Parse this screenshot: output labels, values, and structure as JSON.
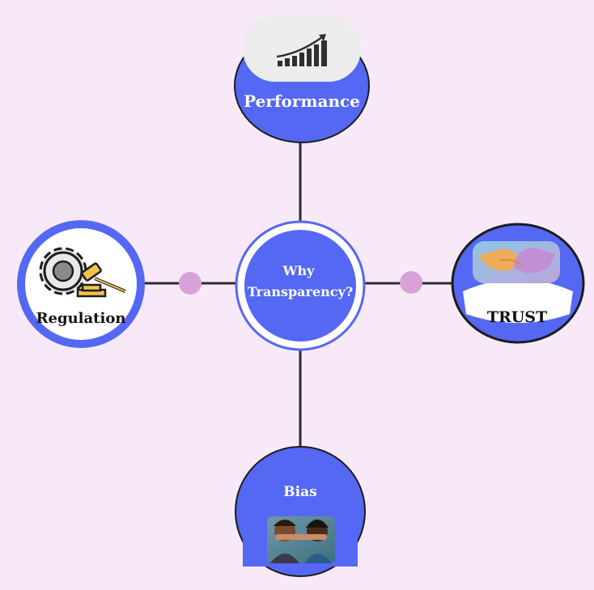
{
  "center": {
    "line1": "Why",
    "line2": "Transparency?"
  },
  "nodes": {
    "top": {
      "label": "Performance",
      "icon": "bar-chart-growth-icon"
    },
    "left": {
      "label": "Regulation",
      "icon": "gear-gavel-icon"
    },
    "right": {
      "label": "TRUST",
      "icon": "handshake-image"
    },
    "bottom": {
      "label": "Bias",
      "icon": "covered-mouths-image"
    }
  },
  "colors": {
    "background": "#f7e9f7",
    "accent": "#5468f4",
    "connector_dot": "#d7a3d6",
    "line": "#2b2b2b"
  }
}
